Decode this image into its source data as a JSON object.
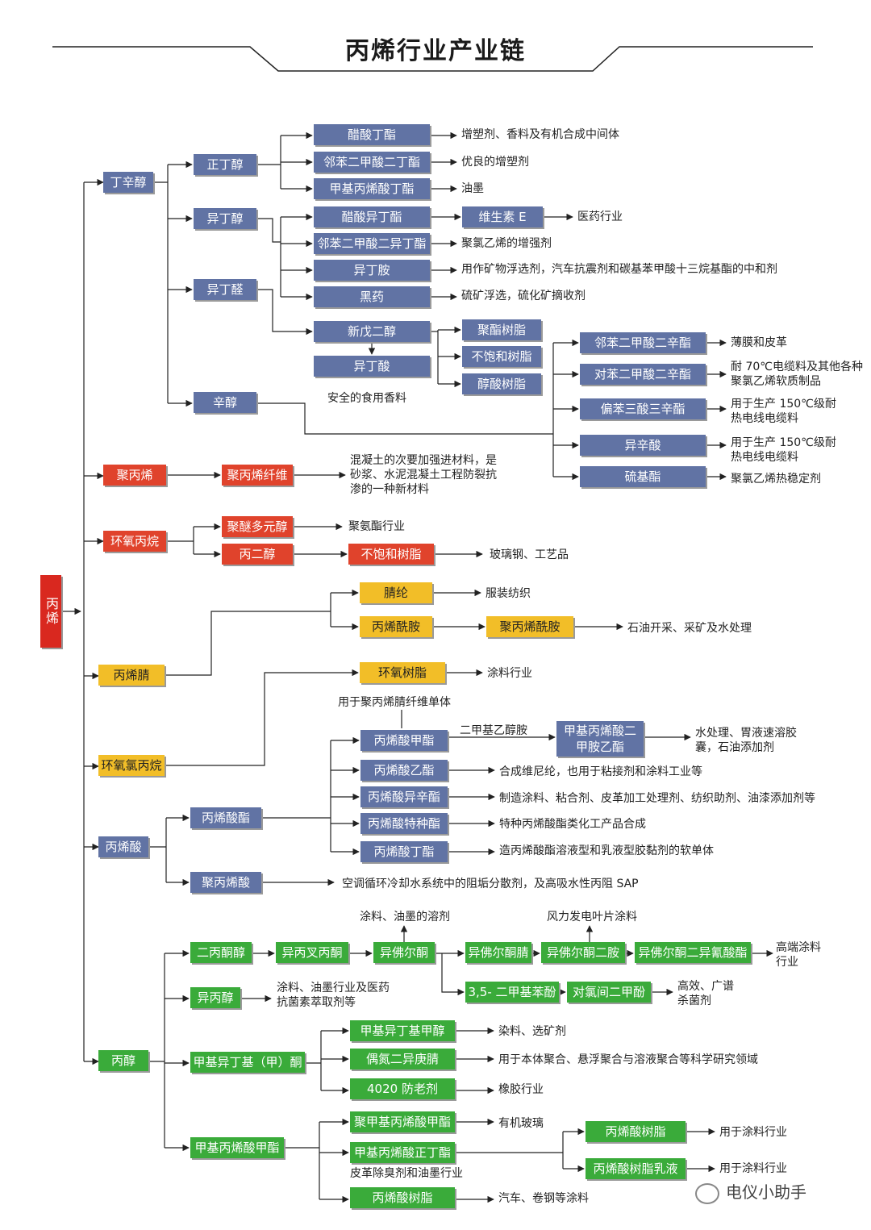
{
  "title": "丙烯行业产业链",
  "root": "丙烯",
  "level1": {
    "dingxinchun": "丁辛醇",
    "jubingxi": "聚丙烯",
    "huanyangbingwan": "环氧丙烷",
    "bingxijing": "丙烯腈",
    "huanyanglvbingwan": "环氧氯丙烷",
    "bingxisuan": "丙烯酸",
    "bingchun": "丙醇"
  },
  "dingxinchun_branch": {
    "zhengdingchun": "正丁醇",
    "yidingchun": "异丁醇",
    "yidingquan": "异丁醛",
    "xinchun": "辛醇",
    "cusuandingzhi": "醋酸丁酯",
    "cusuandingzhi_use": "增塑剂、香料及有机合成中间体",
    "lbeneyersuanerdingzhi": "邻苯二甲酸二丁酯",
    "lbeneyersuanerdingzhi_use": "优良的增塑剂",
    "jiajibingxisuandingzhi": "甲基丙烯酸丁酯",
    "jiajibingxisuandingzhi_use": "油墨",
    "cusuanyidingzhi": "醋酸异丁酯",
    "weishengsu_e": "维生素 E",
    "weishengsu_e_use": "医药行业",
    "lbenyidingzhi": "邻苯二甲酸二异丁酯",
    "lbenyidingzhi_use": "聚氯乙烯的增强剂",
    "yidingan": "异丁胺",
    "yidingan_use": "用作矿物浮选剂，汽车抗震剂和碳基苯甲酸十三烷基酯的中和剂",
    "heiyao": "黑药",
    "heiyao_use": "硫矿浮选，硫化矿摘收剂",
    "xinwuerchun": "新戊二醇",
    "yidingsuan": "异丁酸",
    "yidingsuan_use": "安全的食用香料",
    "juzhishuzhi": "聚酯树脂",
    "buhebaoshuzhi": "不饱和树脂",
    "chunsuanshuzhi": "醇酸树脂",
    "lbenxinzhi": "邻苯二甲酸二辛酯",
    "lbenxinzhi_use": "薄膜和皮革",
    "duibenxinzhi": "对苯二甲酸二辛酯",
    "duibenxinzhi_use": "耐 70℃电缆料及其他各种聚氯乙烯软质制品",
    "pianbensansuan": "偏苯三酸三辛酯",
    "pianbensansuan_use": "用于生产 150℃级耐热电线电缆料",
    "yixinsuan": "异辛酸",
    "yixinsuan_use": "用于生产 150℃级耐热电线电缆料",
    "liujizhi": "硫基酯",
    "liujizhi_use": "聚氯乙烯热稳定剂"
  },
  "jubingxi_branch": {
    "xianwei": "聚丙烯纤维",
    "xianwei_use": "混凝土的次要加强进材料，是砂浆、水泥混凝土工程防裂抗渗的一种新材料"
  },
  "huanyang_branch": {
    "jumiduoyuanchun": "聚醚多元醇",
    "jumiduoyuanchun_use": "聚氨酯行业",
    "binger_chun": "丙二醇",
    "buhe_shuzhi": "不饱和树脂",
    "buhe_shuzhi_use": "玻璃钢、工艺品"
  },
  "bingxijing_branch": {
    "jinglun": "腈纶",
    "jinglun_use": "服装纺织",
    "bingxixiaan": "丙烯酰胺",
    "jubingxixiaan": "聚丙烯酰胺",
    "jubingxixiaan_use": "石油开采、采矿及水处理"
  },
  "huanyanglv_branch": {
    "huanyangshuzhi": "环氧树脂",
    "huanyangshuzhi_use": "涂料行业"
  },
  "bingxisuan_branch": {
    "bingxisuanzhi": "丙烯酸酯",
    "jubingxisuan": "聚丙烯酸",
    "jubingxisuan_use": "空调循环冷却水系统中的阻垢分散剂，及高吸水性丙阻 SAP",
    "jiazhi_note": "用于聚丙烯腈纤维单体",
    "jiazhi": "丙烯酸甲酯",
    "erjiaji": "二甲基乙醇胺",
    "dmaem": "甲基丙烯酸二甲胺乙酯",
    "dmaem_use": "水处理、胃液速溶胶囊，石油添加剂",
    "yizhi": "丙烯酸乙酯",
    "yizhi_use": "合成维尼纶，也用于粘接剂和涂料工业等",
    "yixinzhi": "丙烯酸异辛酯",
    "yixinzhi_use": "制造涂料、粘合剂、皮革加工处理剂、纺织助剂、油漆添加剂等",
    "tezhongzhi": "丙烯酸特种酯",
    "tezhongzhi_use": "特种丙烯酸酯类化工产品合成",
    "dingzhi": "丙烯酸丁酯",
    "dingzhi_use": "造丙烯酸酯溶液型和乳液型胶黏剂的软单体"
  },
  "bingchun_branch": {
    "erbingtongchun": "二丙酮醇",
    "yibingchaerbingtong": "异丙叉丙酮",
    "yifoertong": "异佛尔酮",
    "yifoertong_use": "涂料、油墨的溶剂",
    "yifoertongjing": "异佛尔酮腈",
    "yifoertongeran": "异佛尔酮二胺",
    "yifoertongeran_use": "风力发电叶片涂料",
    "yifoer_yiqingsuanzhi": "异佛尔酮二异氰酸酯",
    "yifoer_yiqingsuanzhi_use": "高端涂料行业",
    "dimethylphenol": "3,5- 二甲基苯酚",
    "duilvjian": "对氯间二甲酚",
    "duilvjian_use": "高效、广谱杀菌剂",
    "yibingchun": "异丙醇",
    "yibingchun_use": "涂料、油墨行业及医药抗菌素萃取剂等",
    "mibk": "甲基异丁基（甲）酮",
    "mibc": "甲基异丁基甲醇",
    "mibc_use": "染料、选矿剂",
    "ouqing": "偶氮二异庚腈",
    "ouqing_use": "用于本体聚合、悬浮聚合与溶液聚合等科学研究领域",
    "fanglao": "4020 防老剂",
    "fanglao_use": "橡胶行业",
    "mma": "甲基丙烯酸甲酯",
    "pmma": "聚甲基丙烯酸甲酯",
    "pmma_use": "有机玻璃",
    "bma": "甲基丙烯酸正丁酯",
    "bma_use": "皮革除臭剂和油墨行业",
    "bingxishuzhi": "丙烯酸树脂",
    "bingxishuzhi_use": "汽车、卷钢等涂料",
    "bingxisuanshuzhi": "丙烯酸树脂",
    "bingxisuanshuzhi_use": "用于涂料行业",
    "rujiao": "丙烯酸树脂乳液",
    "rujiao_use": "用于涂料行业"
  },
  "watermark": "电仪小助手",
  "colors": {
    "blue": "#6173a4",
    "red": "#e0432c",
    "yellow": "#f2be28",
    "green": "#3aab3a",
    "root": "#d9281f"
  }
}
